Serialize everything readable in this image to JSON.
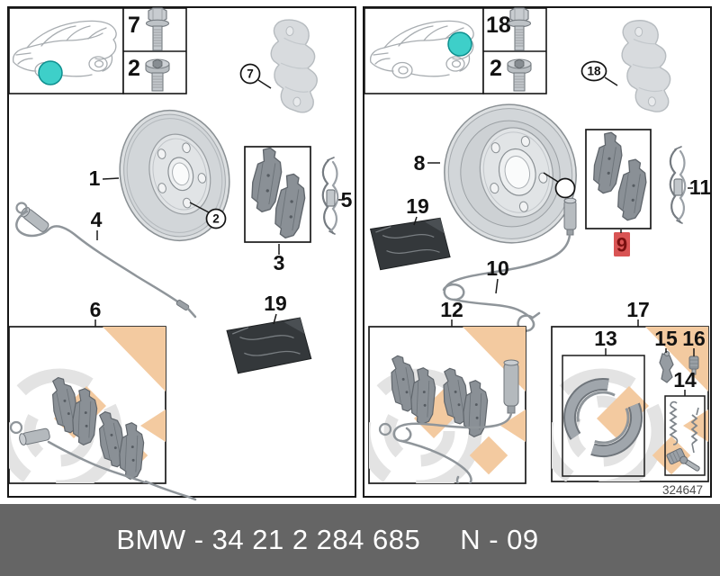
{
  "footer": {
    "part_number": "BMW - 34 21 2 284 685",
    "revision": "N - 09"
  },
  "drawing_number": "324647",
  "colors": {
    "callout_highlight_bg": "#d95454",
    "callout_highlight_text": "#7a1010",
    "location_dot": "#3ecfc9",
    "footer_bar": "#656565",
    "watermark_orange": "#f3caa0"
  },
  "left_panel": {
    "fastener_cells": [
      {
        "label": "7"
      },
      {
        "label": "2"
      }
    ],
    "callouts": {
      "carrier": "7",
      "disc": "1",
      "sensor": "4",
      "hub_screw": "2",
      "pad_box": "3",
      "spring": "5",
      "kit_box": "6",
      "grease": "19"
    }
  },
  "right_panel": {
    "fastener_cells": [
      {
        "label": "18"
      },
      {
        "label": "2"
      }
    ],
    "callouts": {
      "carrier": "18",
      "disc": "8",
      "grease": "19",
      "sensor": "10",
      "pad_box": "9",
      "spring": "11",
      "kit_box": "12",
      "shoe_kit": "17",
      "shoes": "13",
      "expander": "15",
      "pin": "16",
      "hardware_kit": "14"
    }
  }
}
